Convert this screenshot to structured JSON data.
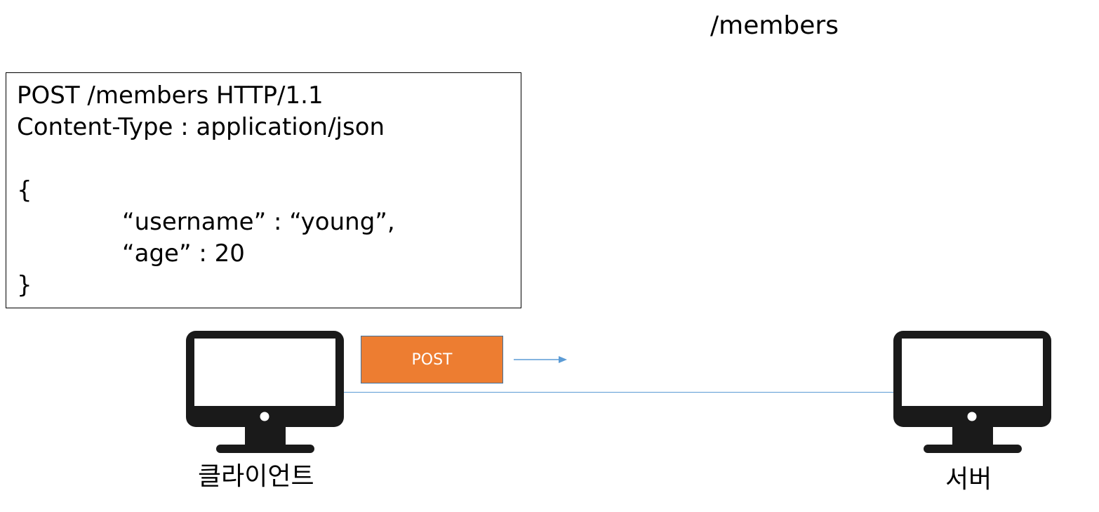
{
  "resource_path": "/members",
  "request_message": {
    "lines": [
      "POST /members HTTP/1.1",
      "Content-Type : application/json",
      "{",
      "“username” : “young”,",
      "“age” : 20",
      "}"
    ]
  },
  "client": {
    "label": "클라이언트",
    "icon": "monitor-icon"
  },
  "server": {
    "label": "서버",
    "icon": "monitor-icon"
  },
  "request": {
    "method_label": "POST"
  },
  "colors": {
    "method_badge_fill": "#ed7d31",
    "method_badge_border": "#41719c",
    "connector": "#5b9bd5",
    "monitor": "#1a1a1a"
  }
}
